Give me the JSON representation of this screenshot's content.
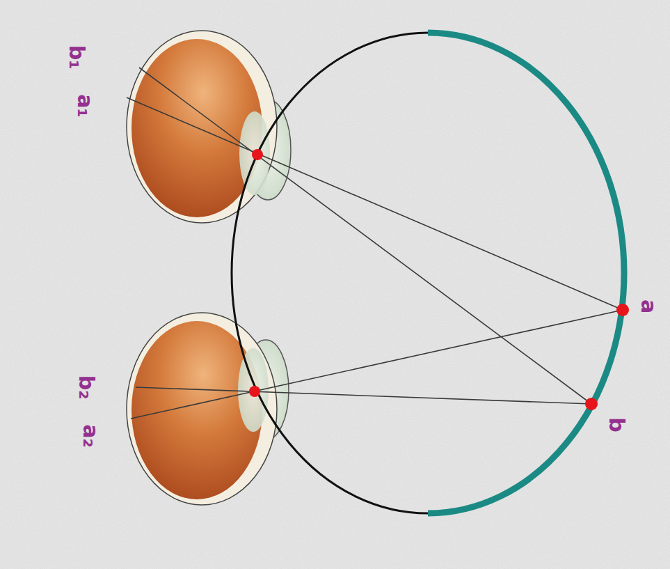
{
  "diagram": {
    "labels": [
      "a",
      "b",
      "b₁",
      "a₁",
      "b₂",
      "a₂"
    ]
  }
}
